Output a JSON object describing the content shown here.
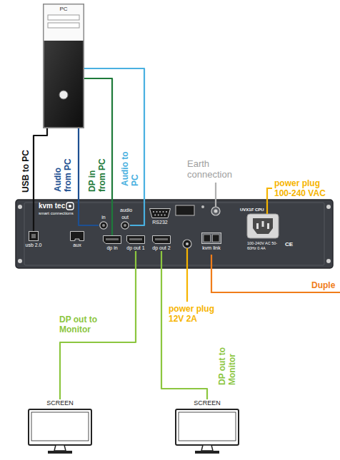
{
  "diagram": {
    "nodes": [
      {
        "text": [
          "PC"
        ]
      },
      {
        "text": [
          "kvm tec",
          "smart connections"
        ]
      },
      {
        "text": [
          "usb 2.0"
        ],
        "in": 1
      },
      {
        "text": [
          "aux"
        ],
        "in": 1
      },
      {
        "text": [
          "in"
        ],
        "in": 1
      },
      {
        "text": [
          "out"
        ],
        "in": 1
      },
      {
        "text": [
          "RS232"
        ],
        "in": 1
      },
      {
        "text": [
          "dp in"
        ],
        "in": 1
      },
      {
        "text": [
          "dp out 1"
        ],
        "in": 1
      },
      {
        "text": [
          "dp out 2"
        ],
        "in": 1
      },
      {
        "text": [
          "kvm link"
        ],
        "in": 1
      },
      {
        "text": [
          "SCREEN"
        ]
      },
      {
        "text": [
          "SCREEN"
        ]
      }
    ],
    "edges": [
      {
        "from": 0,
        "to": 2,
        "arrow": "none",
        "label": "USB to PC"
      },
      {
        "from": 0,
        "to": 4,
        "arrow": "none",
        "label": "Audio from PC"
      },
      {
        "from": 0,
        "to": 7,
        "arrow": "none",
        "label": "DP in from PC"
      },
      {
        "from": 0,
        "to": 5,
        "arrow": "none",
        "label": "Audio to PC"
      },
      {
        "from": 8,
        "to": 11,
        "arrow": "none",
        "label": "DP out to Monitor"
      },
      {
        "from": 9,
        "to": 12,
        "arrow": "none",
        "label": "DP out to Monitor"
      }
    ],
    "labels": [
      "audio",
      "Earth connection",
      "power plug 100-240 VAC",
      "UVX1F CPU",
      "100-240V AC 50-60Hz 0.4A",
      "CE",
      "power plug 12V 2A",
      "Duple"
    ]
  }
}
